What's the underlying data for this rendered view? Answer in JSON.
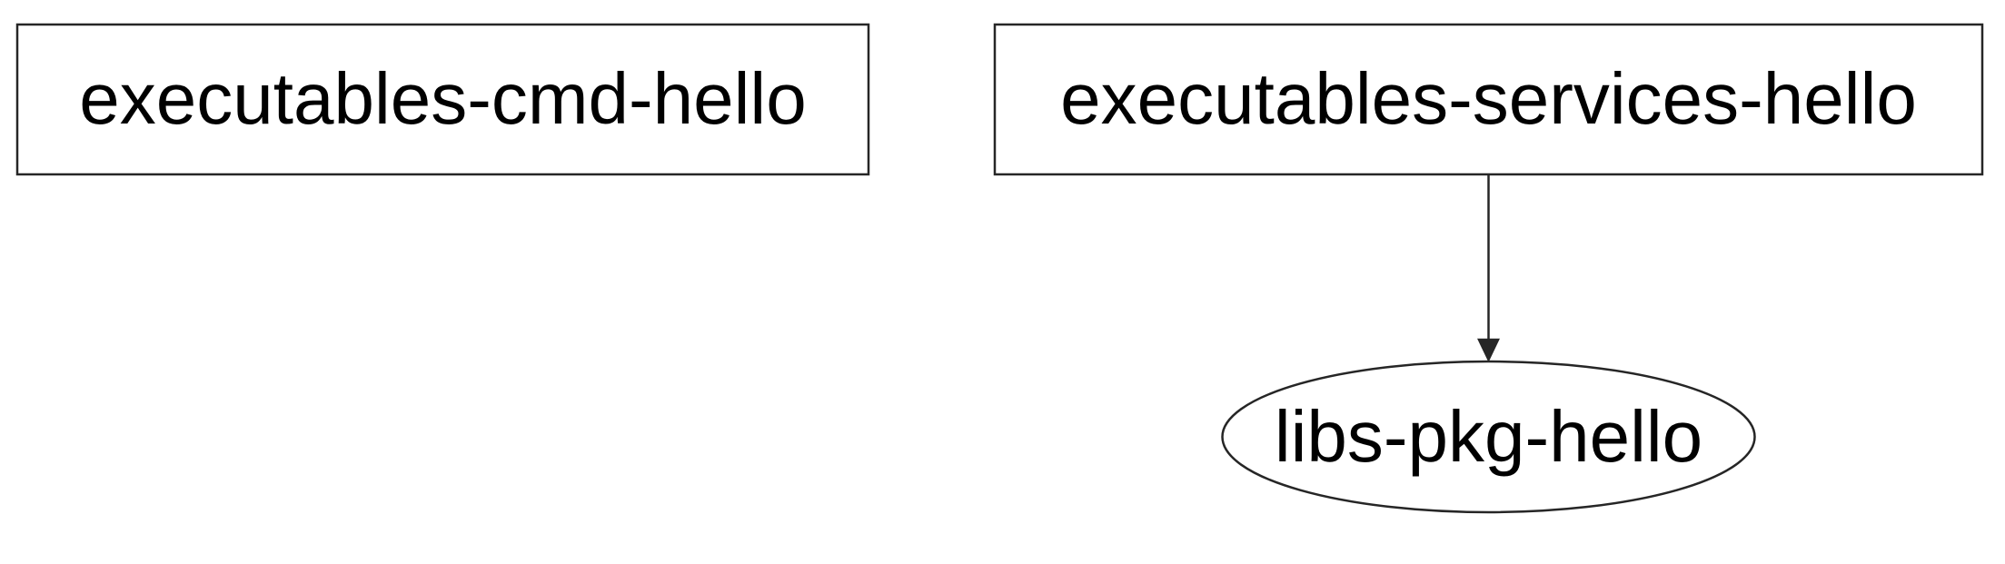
{
  "diagram": {
    "type": "dependency-graph",
    "nodes": [
      {
        "id": "executables-cmd-hello",
        "label": "executables-cmd-hello",
        "shape": "box"
      },
      {
        "id": "executables-services-hello",
        "label": "executables-services-hello",
        "shape": "box"
      },
      {
        "id": "libs-pkg-hello",
        "label": "libs-pkg-hello",
        "shape": "ellipse"
      }
    ],
    "edges": [
      {
        "from": "executables-services-hello",
        "to": "libs-pkg-hello"
      }
    ],
    "colors": {
      "stroke": "#262626",
      "text": "#000000",
      "background": "#ffffff"
    }
  }
}
